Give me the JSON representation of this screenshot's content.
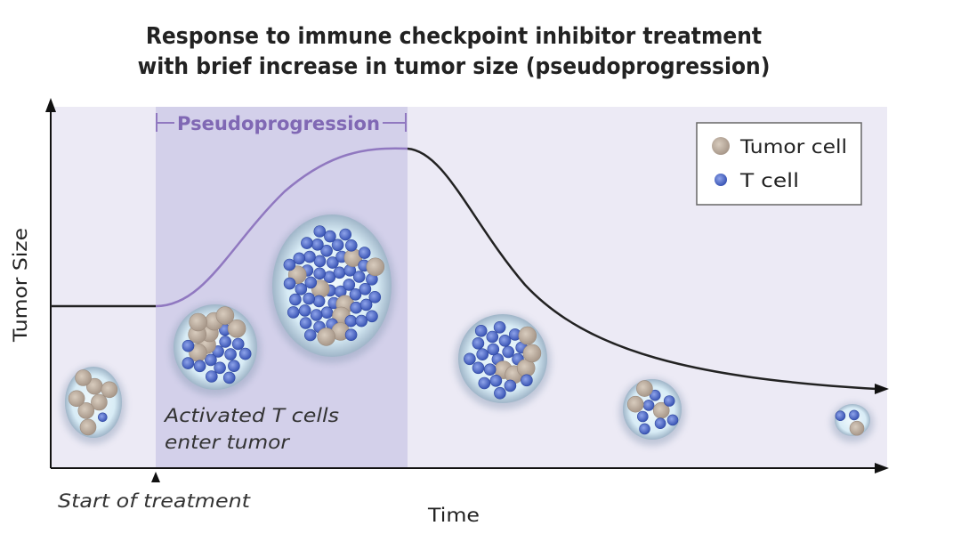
{
  "title": {
    "line1": "Response to immune checkpoint inhibitor treatment",
    "line2": "with brief increase in tumor size (pseudoprogression)"
  },
  "axes": {
    "y_label": "Tumor Size",
    "x_label": "Time"
  },
  "phase": {
    "label": "Pseudoprogression"
  },
  "legend": {
    "tumor_cell": "Tumor cell",
    "t_cell": "T cell"
  },
  "annotations": {
    "activated_line1": "Activated T cells",
    "activated_line2": "enter tumor",
    "start_treatment": "Start of treatment"
  },
  "colors": {
    "background_panel": "#eceaf5",
    "pseudo_band": "#d3d0ea",
    "curve_normal": "#222222",
    "curve_pseudo": "#9078c0",
    "tumor_cell": "#c2b4a4",
    "t_cell": "#4d68c4",
    "tumor_fill": "#dff0f8"
  },
  "tumors": [
    {
      "stage": "baseline",
      "tumor_cells": 7,
      "t_cells": 1
    },
    {
      "stage": "early-infiltration",
      "tumor_cells": 8,
      "t_cells": 14
    },
    {
      "stage": "peak-pseudoprogression",
      "tumor_cells": 8,
      "t_cells": 50
    },
    {
      "stage": "regression",
      "tumor_cells": 5,
      "t_cells": 20
    },
    {
      "stage": "late-regression",
      "tumor_cells": 3,
      "t_cells": 7
    },
    {
      "stage": "residual",
      "tumor_cells": 1,
      "t_cells": 2
    }
  ]
}
